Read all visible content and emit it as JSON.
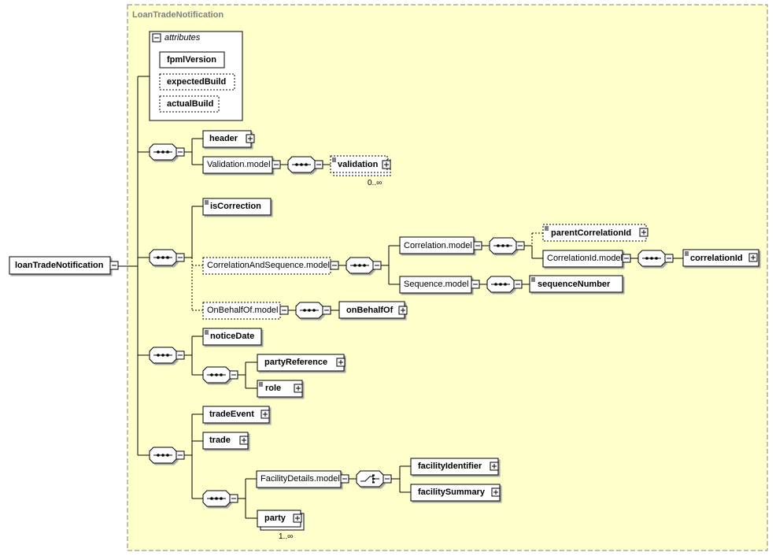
{
  "root": {
    "label": "loanTradeNotification"
  },
  "container": {
    "label": "LoanTradeNotification"
  },
  "attributes": {
    "label": "attributes",
    "items": [
      "fpmlVersion",
      "expectedBuild",
      "actualBuild"
    ]
  },
  "group1": {
    "header": "header",
    "validation_model": "Validation.model",
    "validation": "validation",
    "validation_cardinality": "0..∞"
  },
  "group2": {
    "isCorrection": "isCorrection",
    "correlation_and_sequence_model": "CorrelationAndSequence.model",
    "correlation_model": "Correlation.model",
    "parentCorrelationId": "parentCorrelationId",
    "correlationId_model": "CorrelationId.model",
    "correlationId": "correlationId",
    "sequence_model": "Sequence.model",
    "sequenceNumber": "sequenceNumber",
    "onBehalfOf_model": "OnBehalfOf.model",
    "onBehalfOf": "onBehalfOf"
  },
  "group3": {
    "noticeDate": "noticeDate",
    "partyReference": "partyReference",
    "role": "role"
  },
  "group4": {
    "tradeEvent": "tradeEvent",
    "trade": "trade",
    "facilityDetails_model": "FacilityDetails.model",
    "facilityIdentifier": "facilityIdentifier",
    "facilitySummary": "facilitySummary",
    "party": "party",
    "party_cardinality": "1..∞"
  },
  "colors": {
    "container_fill": "#ffffcc",
    "border": "#000000",
    "dashed_border": "#808080",
    "text_gray": "#808080"
  }
}
